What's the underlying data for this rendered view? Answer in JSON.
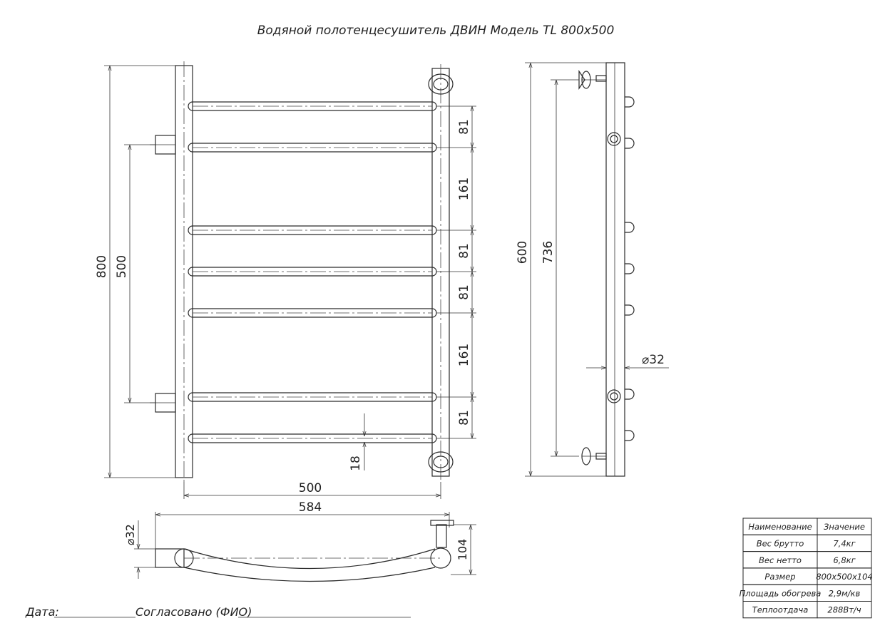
{
  "title": "Водяной полотенцесушитель ДВИН Модель TL 800x500",
  "front_view": {
    "dims": {
      "height_total": "800",
      "connection_distance": "500",
      "gaps": [
        "81",
        "161",
        "81",
        "81",
        "161",
        "81"
      ],
      "rail_diameter_gap": "18",
      "width_axis": "500",
      "width_total": "584"
    }
  },
  "side_view": {
    "dims": {
      "height": "600",
      "mount_distance": "736",
      "diameter": "⌀32"
    }
  },
  "top_view": {
    "dims": {
      "diameter": "⌀32",
      "depth": "104"
    }
  },
  "footer": {
    "date_label": "Дата:",
    "approved_label": "Согласовано (ФИО)"
  },
  "spec_table": {
    "headers": [
      "Наименование",
      "Значение"
    ],
    "rows": [
      [
        "Вес брутто",
        "7,4кг"
      ],
      [
        "Вес нетто",
        "6,8кг"
      ],
      [
        "Размер",
        "800x500x104"
      ],
      [
        "Площадь обогрева",
        "2,9м/кв"
      ],
      [
        "Теплоотдача",
        "288Вт/ч"
      ]
    ]
  }
}
